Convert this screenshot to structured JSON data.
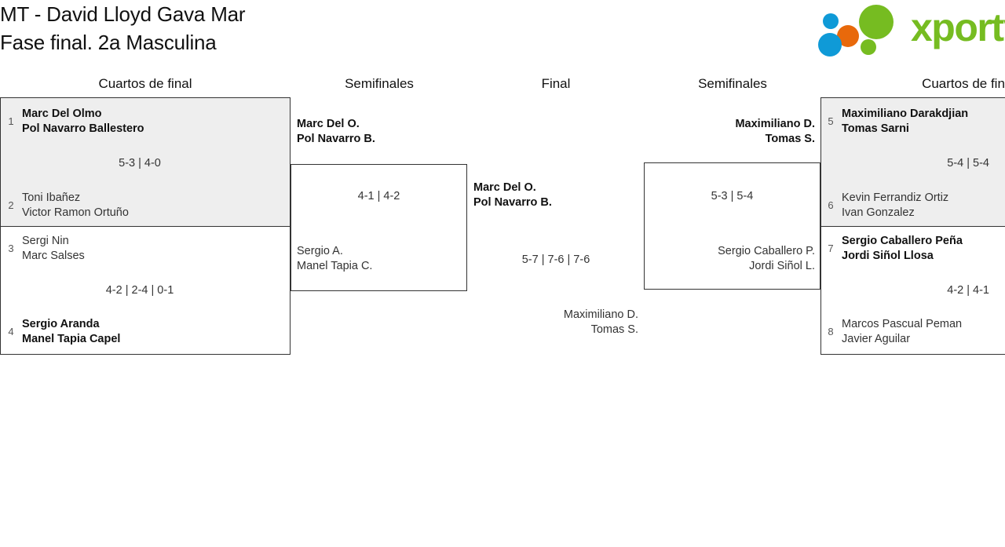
{
  "header": {
    "title": "MT - David Lloyd Gava Mar\nFase final. 2a Masculina",
    "logo_text": "xporty",
    "logo_colors": {
      "green": "#76bc21",
      "blue": "#0f9ad7",
      "orange": "#e8690b"
    }
  },
  "rounds": [
    {
      "label": "Cuartos de final"
    },
    {
      "label": "Semifinales"
    },
    {
      "label": "Final"
    },
    {
      "label": "Semifinales"
    },
    {
      "label": "Cuartos de fin"
    }
  ],
  "bracket": {
    "left_quarterfinals": [
      {
        "score": "5-3 | 4-0",
        "teams": [
          {
            "seed": "1",
            "names": "Marc Del Olmo\nPol Navarro Ballestero",
            "winner": true
          },
          {
            "seed": "2",
            "names": "Toni Ibañez\nVictor Ramon Ortuño",
            "winner": false
          }
        ]
      },
      {
        "score": "4-2 | 2-4 | 0-1",
        "teams": [
          {
            "seed": "3",
            "names": "Sergi Nin\nMarc Salses",
            "winner": false
          },
          {
            "seed": "4",
            "names": "Sergio Aranda\nManel Tapia Capel",
            "winner": true
          }
        ]
      }
    ],
    "left_semifinal": {
      "score": "4-1 | 4-2",
      "teams": [
        {
          "names": "Marc Del O.\nPol Navarro B.",
          "winner": true
        },
        {
          "names": "Sergio A.\nManel Tapia C.",
          "winner": false
        }
      ]
    },
    "final": {
      "score": "5-7 | 7-6 | 7-6",
      "teams": [
        {
          "names": "Marc Del O.\nPol Navarro B.",
          "winner": true
        },
        {
          "names": "Maximiliano D.\nTomas S.",
          "winner": false
        }
      ]
    },
    "right_semifinal": {
      "score": "5-3 | 5-4",
      "teams": [
        {
          "names": "Maximiliano D.\nTomas S.",
          "winner": true
        },
        {
          "names": "Sergio Caballero P.\nJordi Siñol L.",
          "winner": false
        }
      ]
    },
    "right_quarterfinals": [
      {
        "score": "5-4 | 5-4",
        "teams": [
          {
            "seed": "5",
            "names": "Maximiliano Darakdjian\nTomas Sarni",
            "winner": true
          },
          {
            "seed": "6",
            "names": "Kevin Ferrandiz Ortiz\nIvan Gonzalez",
            "winner": false
          }
        ]
      },
      {
        "score": "4-2 | 4-1",
        "teams": [
          {
            "seed": "7",
            "names": "Sergio Caballero Peña\nJordi Siñol Llosa",
            "winner": true
          },
          {
            "seed": "8",
            "names": "Marcos Pascual Peman\nJavier Aguilar",
            "winner": false
          }
        ]
      }
    ]
  }
}
